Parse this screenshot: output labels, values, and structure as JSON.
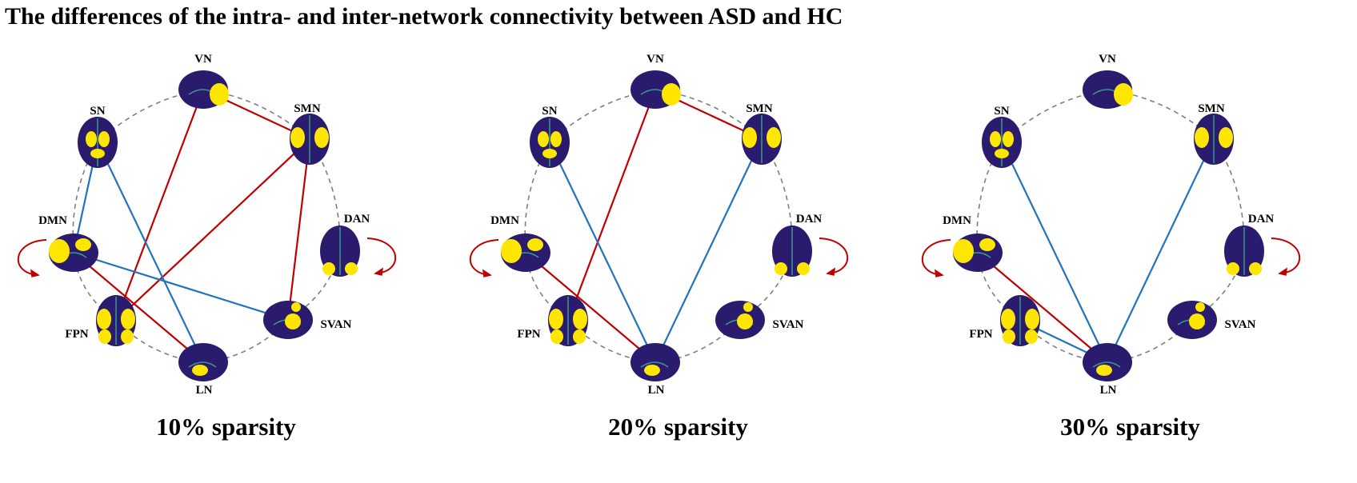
{
  "title": "The differences of the intra- and inter-network connectivity between ASD and HC",
  "colors": {
    "increased": "#c00000",
    "decreased": "#1f73bf",
    "ring": "#7f7f7f",
    "brain_bg": "#2a1b6e",
    "brain_network": "#ffe600"
  },
  "nodes": [
    "VN",
    "SMN",
    "DAN",
    "SVAN",
    "LN",
    "FPN",
    "DMN",
    "SN"
  ],
  "panels": [
    {
      "caption": "10% sparsity",
      "self_loops": [
        {
          "node": "DMN",
          "color": "red"
        },
        {
          "node": "DAN",
          "color": "red"
        }
      ],
      "edges": [
        {
          "from": "VN",
          "to": "SMN",
          "color": "red"
        },
        {
          "from": "VN",
          "to": "FPN",
          "color": "red"
        },
        {
          "from": "SMN",
          "to": "FPN",
          "color": "red"
        },
        {
          "from": "SMN",
          "to": "SVAN",
          "color": "red"
        },
        {
          "from": "DMN",
          "to": "LN",
          "color": "red"
        },
        {
          "from": "SN",
          "to": "DMN",
          "color": "blue"
        },
        {
          "from": "SN",
          "to": "LN",
          "color": "blue"
        },
        {
          "from": "DMN",
          "to": "SVAN",
          "color": "blue"
        }
      ]
    },
    {
      "caption": "20% sparsity",
      "self_loops": [
        {
          "node": "DMN",
          "color": "red"
        },
        {
          "node": "DAN",
          "color": "red"
        }
      ],
      "edges": [
        {
          "from": "VN",
          "to": "SMN",
          "color": "red"
        },
        {
          "from": "VN",
          "to": "FPN",
          "color": "red"
        },
        {
          "from": "DMN",
          "to": "LN",
          "color": "red"
        },
        {
          "from": "SN",
          "to": "LN",
          "color": "blue"
        },
        {
          "from": "SMN",
          "to": "LN",
          "color": "blue"
        }
      ]
    },
    {
      "caption": "30% sparsity",
      "self_loops": [
        {
          "node": "DMN",
          "color": "red"
        },
        {
          "node": "DAN",
          "color": "red"
        }
      ],
      "edges": [
        {
          "from": "DMN",
          "to": "LN",
          "color": "red"
        },
        {
          "from": "SN",
          "to": "LN",
          "color": "blue"
        },
        {
          "from": "SMN",
          "to": "LN",
          "color": "blue"
        },
        {
          "from": "FPN",
          "to": "LN",
          "color": "blue"
        }
      ]
    }
  ]
}
